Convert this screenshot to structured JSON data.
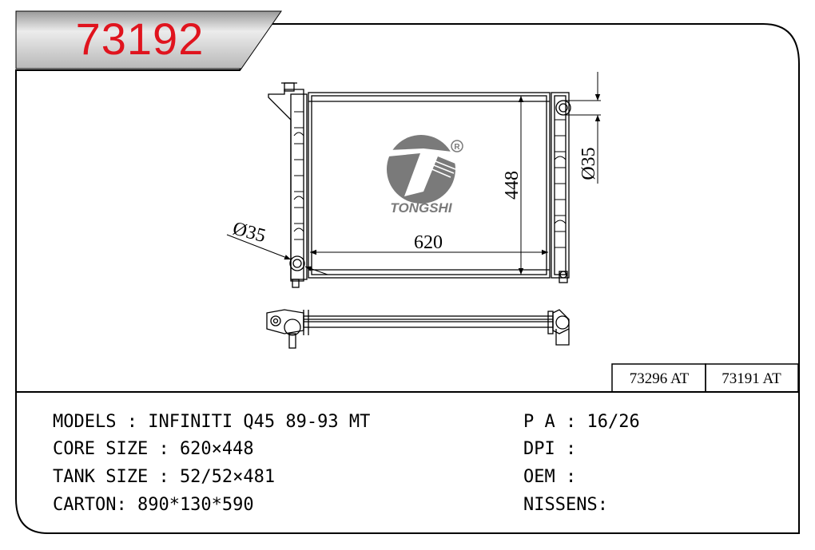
{
  "header": {
    "part_number": "73192"
  },
  "drawing": {
    "dim_width": "620",
    "dim_height": "448",
    "dim_inlet_diameter": "Ø35",
    "dim_outlet_diameter": "Ø35",
    "brand_name": "TONGSHI",
    "registered_mark": "R"
  },
  "cross_references": [
    "73296 AT",
    "73191 AT"
  ],
  "specs": {
    "models": "MODELS : INFINITI Q45 89-93 MT",
    "core_size": "CORE SIZE : 620×448",
    "tank_size": "TANK SIZE : 52/52×481",
    "carton": "CARTON: 890*130*590",
    "pa": "P A : 16/26",
    "dpi": "DPI :",
    "oem": "OEM :",
    "nissens": "NISSENS:"
  },
  "colors": {
    "part_number": "#e0141e",
    "banner_gray": "#d6d6d6",
    "logo_gray": "#7a7a7a"
  }
}
